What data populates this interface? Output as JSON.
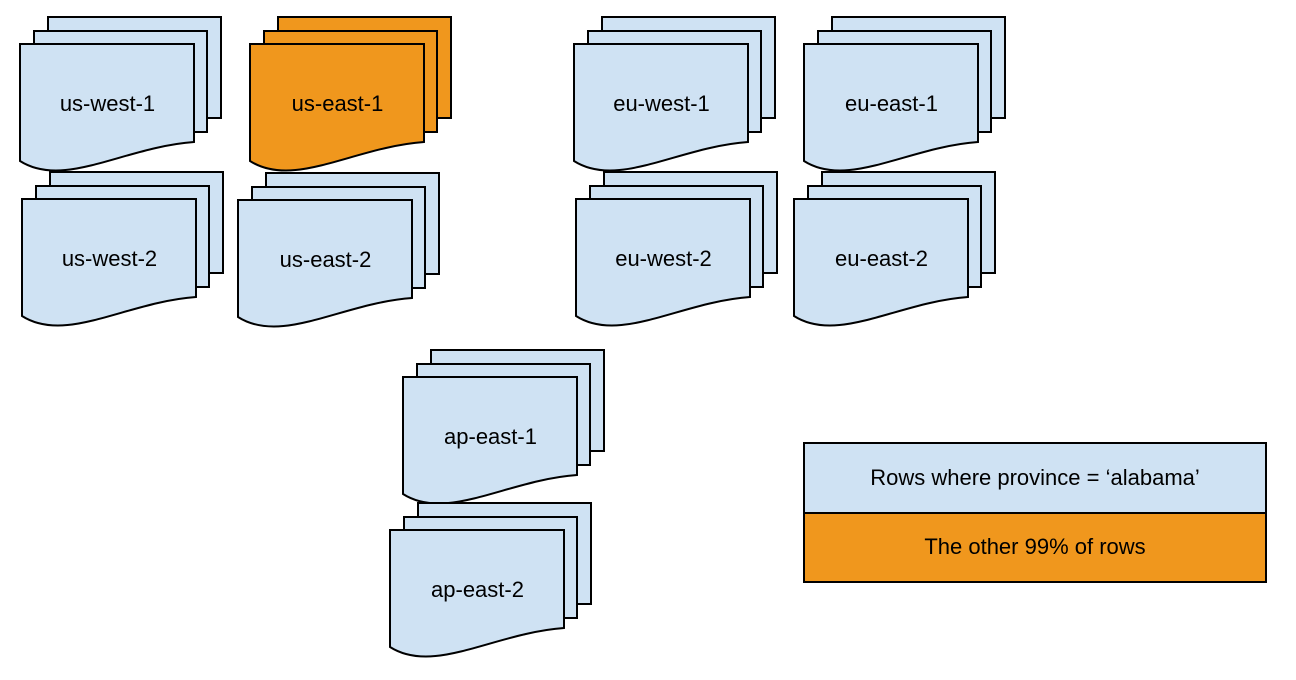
{
  "colors": {
    "region_fill": "#cfe2f3",
    "highlight_fill": "#f0971d",
    "stroke": "#000000",
    "background": "#ffffff",
    "text": "#000000"
  },
  "stacks": [
    {
      "label": "us-west-1",
      "highlighted": false
    },
    {
      "label": "us-east-1",
      "highlighted": true
    },
    {
      "label": "eu-west-1",
      "highlighted": false
    },
    {
      "label": "eu-east-1",
      "highlighted": false
    },
    {
      "label": "us-west-2",
      "highlighted": false
    },
    {
      "label": "us-east-2",
      "highlighted": false
    },
    {
      "label": "eu-west-2",
      "highlighted": false
    },
    {
      "label": "eu-east-2",
      "highlighted": false
    },
    {
      "label": "ap-east-1",
      "highlighted": false
    },
    {
      "label": "ap-east-2",
      "highlighted": false
    }
  ],
  "legend": {
    "items": [
      {
        "label": "Rows where province = ‘alabama’",
        "color": "#cfe2f3"
      },
      {
        "label": "The other 99% of rows",
        "color": "#f0971d"
      }
    ]
  }
}
